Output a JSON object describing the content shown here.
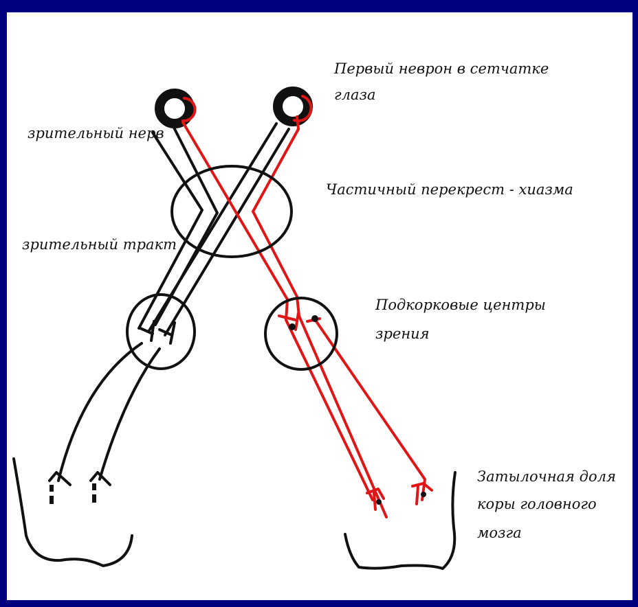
{
  "labels": {
    "first_neuron_line1": "Первый неврон в сетчатке",
    "first_neuron_line2": "глаза",
    "optic_nerve": "зрительный нерв",
    "chiasm": "Частичный перекрест - хиазма",
    "optic_tract": "зрительный тракт",
    "subcortical_line1": "Подкорковые центры",
    "subcortical_line2": "зрения",
    "occipital_line1": "Затылочная доля",
    "occipital_line2": "коры головного",
    "occipital_line3": "мозга"
  },
  "colors": {
    "background": "#00007e",
    "slide": "#ffffff",
    "ink": "#111111",
    "pathway_red": "#e01616"
  }
}
